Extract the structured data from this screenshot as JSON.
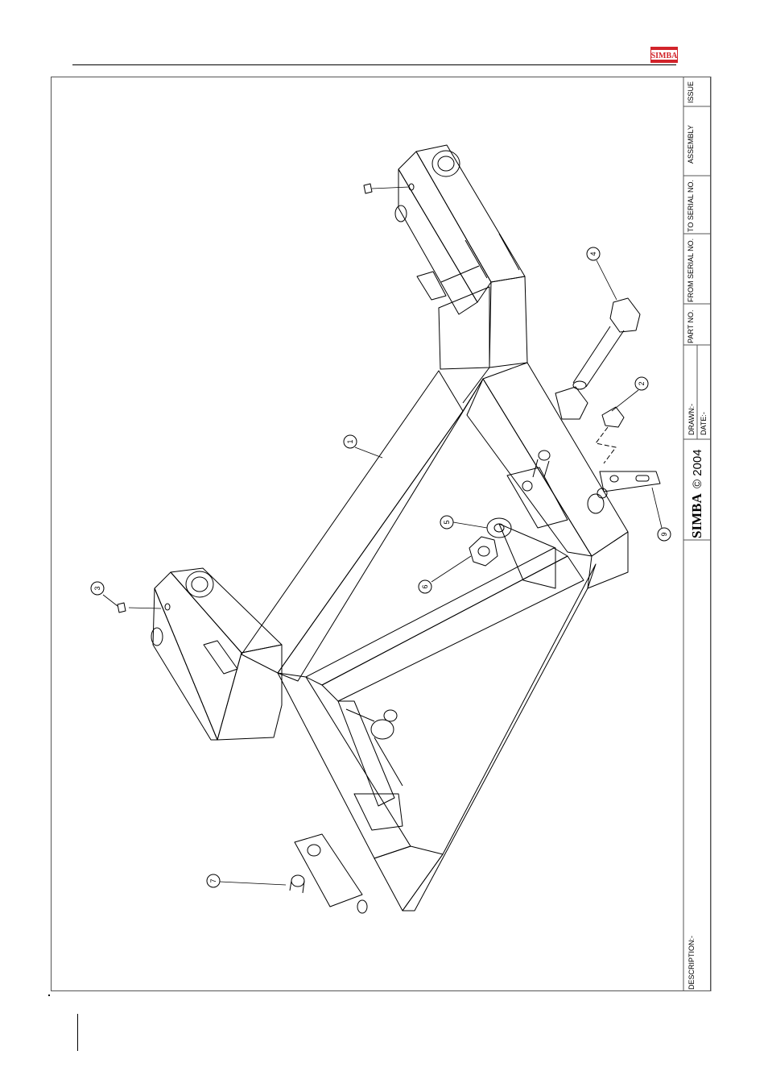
{
  "brand": {
    "logo_text": "SIMBA",
    "logo_color": "#d2232a"
  },
  "title_block": {
    "description_label": "DESCRIPTION:-",
    "copyright_text": "© 2004",
    "logo_text": "SIMBA",
    "drawn_label": "DRAWN:-",
    "date_label": "DATE:-",
    "part_no_label": "PART NO.",
    "from_serial_label": "FROM SERIAL NO.",
    "to_serial_label": "TO SERIAL NO.",
    "assembly_label": "ASSEMBLY",
    "issue_label": "ISSUE"
  },
  "callouts": [
    "1",
    "2",
    "3",
    "4",
    "5",
    "6",
    "7",
    "3",
    "9"
  ],
  "colors": {
    "line": "#000000",
    "frame": "#555555"
  }
}
